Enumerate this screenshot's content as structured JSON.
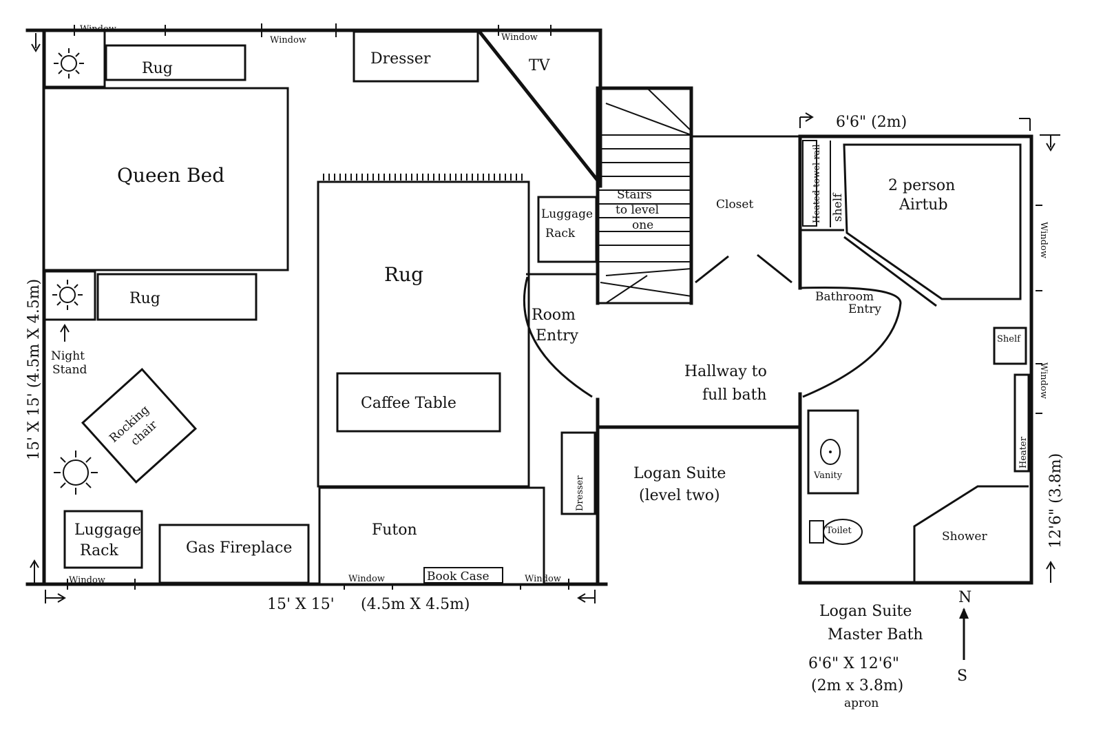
{
  "labels": {
    "window_top_left": "Window",
    "window_top_mid": "Window",
    "window_top_right": "Window",
    "tv": "TV",
    "dresser_top": "Dresser",
    "rug_top": "Rug",
    "queen_bed": "Queen Bed",
    "rug_side": "Rug",
    "night_stand_1": "Night",
    "night_stand_2": "Stand",
    "rocking_chair_1": "Rocking",
    "rocking_chair_2": "chair",
    "luggage_rack_left_1": "Luggage",
    "luggage_rack_left_2": "Rack",
    "gas_fireplace": "Gas Fireplace",
    "window_bottom_left": "Window",
    "rug_center": "Rug",
    "coffee_table": "Caffee Table",
    "futon": "Futon",
    "window_bottom_mid": "Window",
    "book_case": "Book Case",
    "window_bottom_right": "Window",
    "luggage_rack_right_1": "Luggage",
    "luggage_rack_right_2": "Rack",
    "stairs_1": "Stairs",
    "stairs_2": "to level",
    "stairs_3": "one",
    "room_entry_1": "Room",
    "room_entry_2": "Entry",
    "dresser_side": "Dresser",
    "closet": "Closet",
    "hallway_1": "Hallway to",
    "hallway_2": "full bath",
    "logan_suite_1": "Logan Suite",
    "logan_suite_2": "(level two)",
    "bath_width": "6'6\"  (2m)",
    "heated_towel_rail": "Heated towel rail",
    "shelf_vertical": "shelf",
    "airtub_1": "2 person",
    "airtub_2": "Airtub",
    "window_bath_upper": "Window",
    "bathroom_entry_1": "Bathroom",
    "bathroom_entry_2": "Entry",
    "shelf_bath": "Shelf",
    "window_bath_lower": "Window",
    "heater": "Heater",
    "vanity": "Vanity",
    "toilet": "Toilet",
    "shower": "Shower",
    "bath_height": "12'6\"  (3.8m)",
    "room_side_dim": "15' X 15'  (4.5m X 4.5m)",
    "room_bottom_dim_1": "15' X 15'",
    "room_bottom_dim_2": "(4.5m X 4.5m)",
    "master_bath_1": "Logan Suite",
    "master_bath_2": "Master Bath",
    "master_bath_3": "6'6\" X 12'6\"",
    "master_bath_4": "(2m x 3.8m)",
    "master_bath_5": "apron",
    "north": "N",
    "south": "S"
  }
}
